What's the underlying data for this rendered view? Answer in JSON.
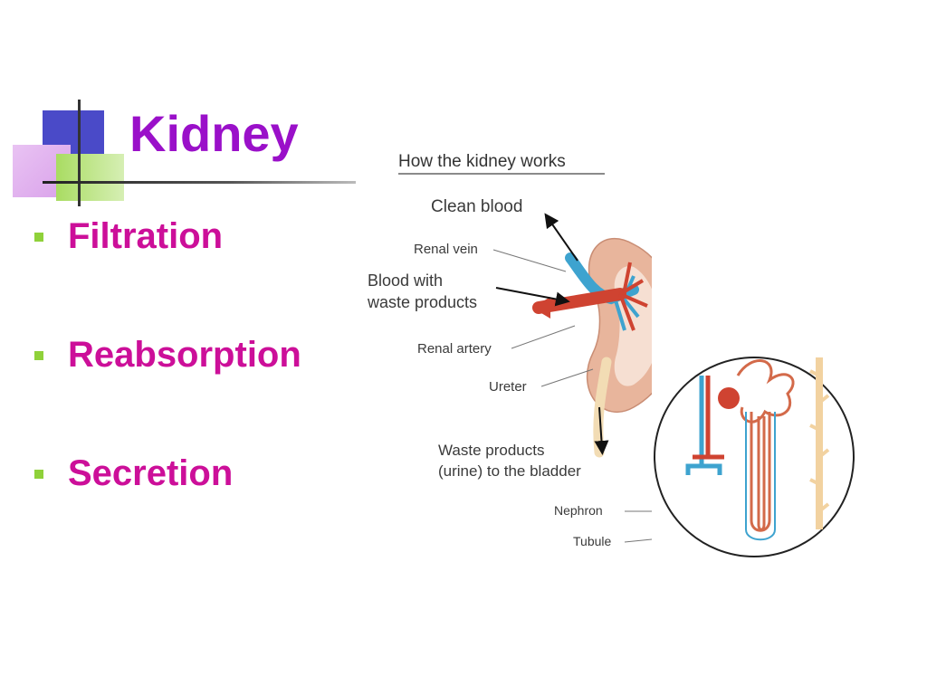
{
  "slide": {
    "title": "Kidney",
    "bullets": [
      "Filtration",
      "Reabsorption",
      "Secretion"
    ]
  },
  "diagram": {
    "heading": "How the kidney works",
    "labels": {
      "clean_blood": "Clean blood",
      "renal_vein": "Renal vein",
      "blood_with_waste_1": "Blood with",
      "blood_with_waste_2": "waste products",
      "renal_artery": "Renal artery",
      "ureter": "Ureter",
      "waste_products_1": "Waste products",
      "waste_products_2": "(urine) to the bladder",
      "nephron": "Nephron",
      "tubule": "Tubule"
    }
  },
  "colors": {
    "title": "#9a10c9",
    "bullet_text": "#cc0f99",
    "bullet_marker": "#8fd13a",
    "clean_blood_label": "#1f8fbf",
    "waste_blood_label": "#c8322a"
  }
}
